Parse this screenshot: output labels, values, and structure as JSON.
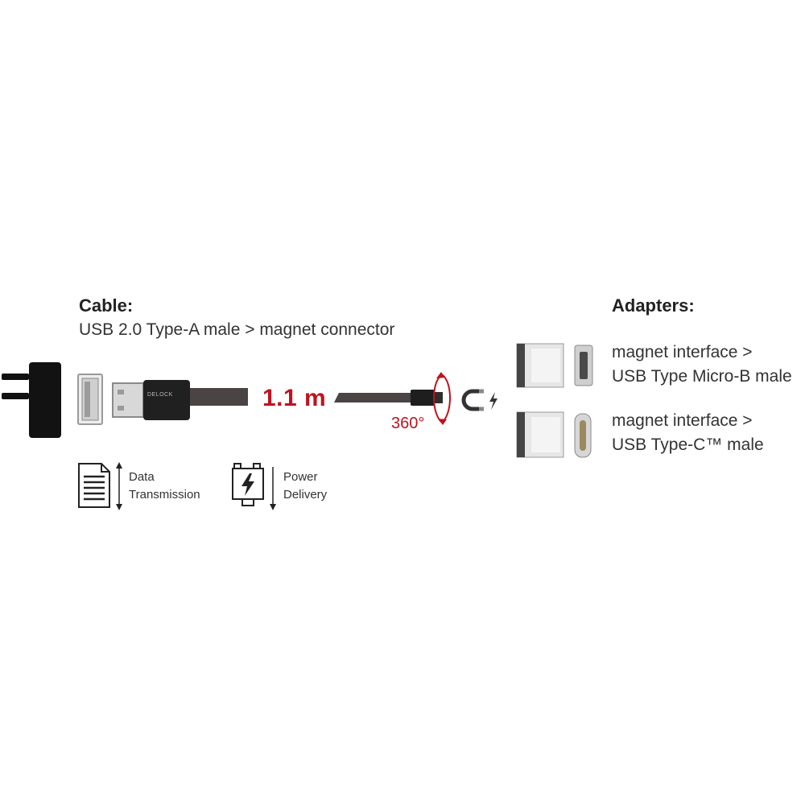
{
  "cable": {
    "heading": "Cable:",
    "description": "USB 2.0 Type-A male > magnet connector",
    "length": "1.1 m",
    "rotation": "360°",
    "brand_mark": "DELOCK"
  },
  "adapters": {
    "heading": "Adapters:",
    "items": [
      {
        "line1": "magnet interface >",
        "line2": "USB Type Micro-B male"
      },
      {
        "line1": "magnet interface >",
        "line2": "USB Type-C™ male"
      }
    ]
  },
  "features": [
    {
      "line1": "Data",
      "line2": "Transmission",
      "icon": "document-icon"
    },
    {
      "line1": "Power",
      "line2": "Delivery",
      "icon": "battery-charge-icon"
    }
  ],
  "colors": {
    "accent": "#c0121f",
    "cable": "#4a4444",
    "text": "#333333"
  }
}
